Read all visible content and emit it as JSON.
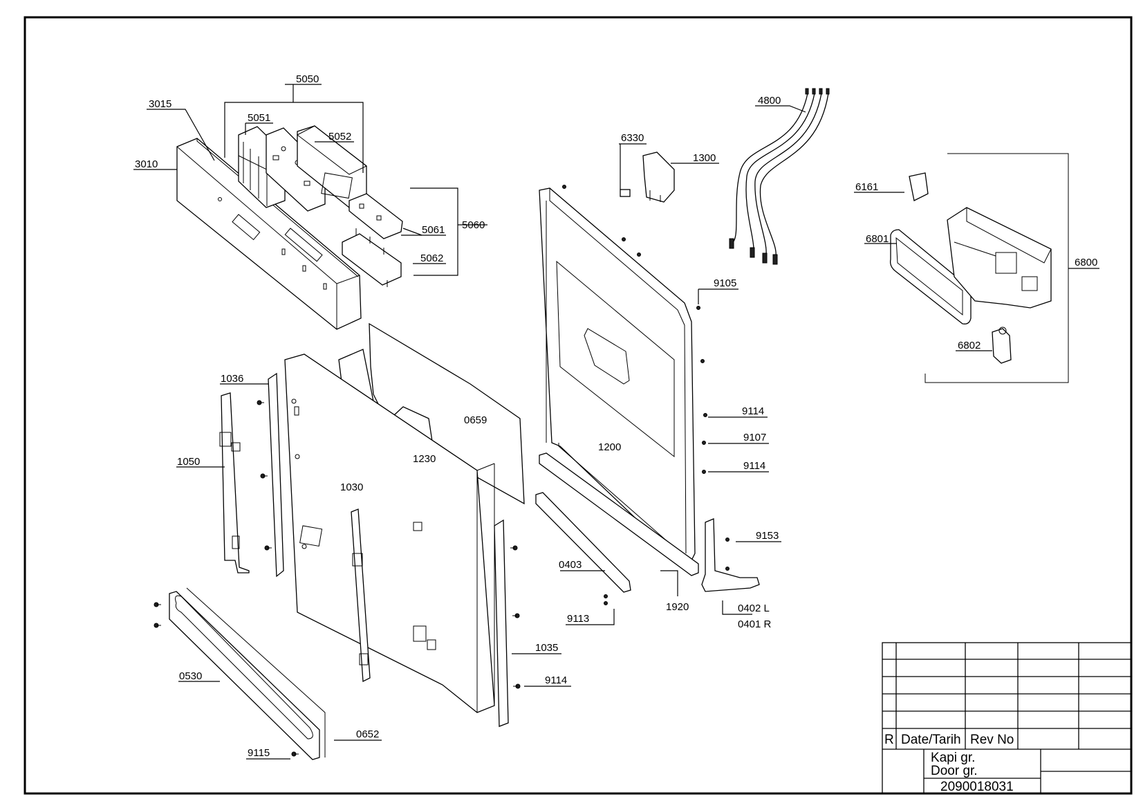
{
  "callouts": {
    "c5050": "5050",
    "c3015": "3015",
    "c5051": "5051",
    "c5052": "5052",
    "c3010": "3010",
    "c5060": "5060",
    "c5061": "5061",
    "c5062": "5062",
    "c6330": "6330",
    "c1300": "1300",
    "c4800": "4800",
    "c6161": "6161",
    "c6801": "6801",
    "c6800": "6800",
    "c6802": "6802",
    "c9105": "9105",
    "c9114a": "9114",
    "c9107": "9107",
    "c9114b": "9114",
    "c9153": "9153",
    "c0402": "0402 L",
    "c0401": "0401 R",
    "c1920": "1920",
    "c0403": "0403",
    "c9113": "9113",
    "c1200": "1200",
    "c0659": "0659",
    "c1230": "1230",
    "c1030": "1030",
    "c1036": "1036",
    "c1050": "1050",
    "c1035": "1035",
    "c9114c": "9114",
    "c0530": "0530",
    "c0652": "0652",
    "c9115": "9115"
  },
  "title_block": {
    "rev_marker": "R",
    "date_header": "Date/Tarih",
    "rev_header": "Rev No",
    "title_tr": "Kapi gr.",
    "title_en": "Door gr.",
    "drawing_number": "2090018031"
  }
}
